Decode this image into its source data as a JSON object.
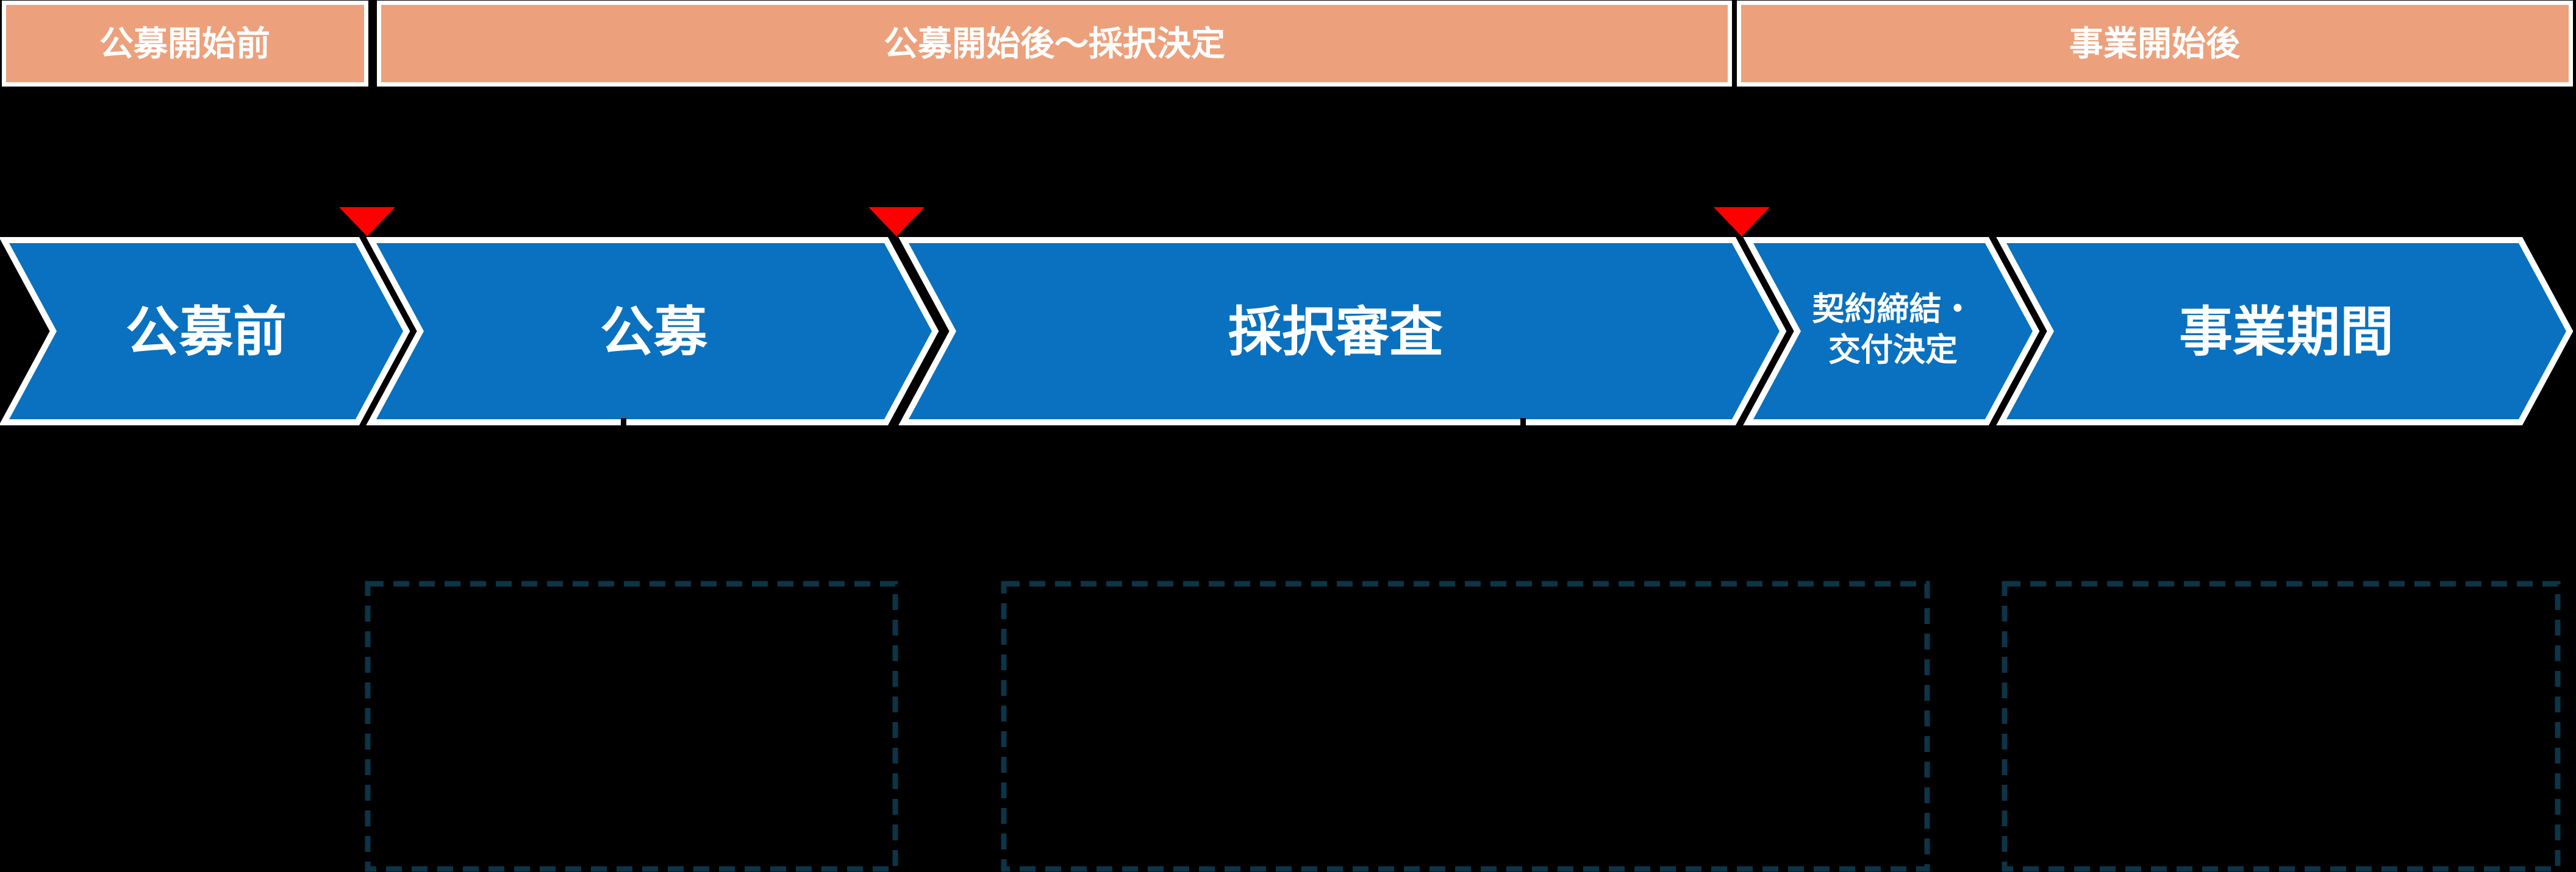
{
  "diagram_title": "",
  "phase_bars": [
    {
      "label": "公募開始前"
    },
    {
      "label": "公募開始後〜採択決定"
    },
    {
      "label": "事業開始後"
    }
  ],
  "chevrons": [
    {
      "label": "公募前"
    },
    {
      "label": "公募"
    },
    {
      "label": "採択審査"
    },
    {
      "label_line1": "契約締結・",
      "label_line2": "交付決定"
    },
    {
      "label": "事業期間"
    }
  ],
  "milestone_markers": {
    "count": 3,
    "shape": "down-triangle"
  },
  "annotation_boxes": {
    "count": 3,
    "style": "dashed-outline-empty"
  },
  "colors": {
    "background": "#000000",
    "bar_fill": "#ECA17C",
    "chevron_fill": "#0971BF",
    "marker_red": "#FE0000",
    "box_dash": "#0D3447",
    "outline_white": "#FFFFFF",
    "text_white": "#FFFFFF"
  }
}
